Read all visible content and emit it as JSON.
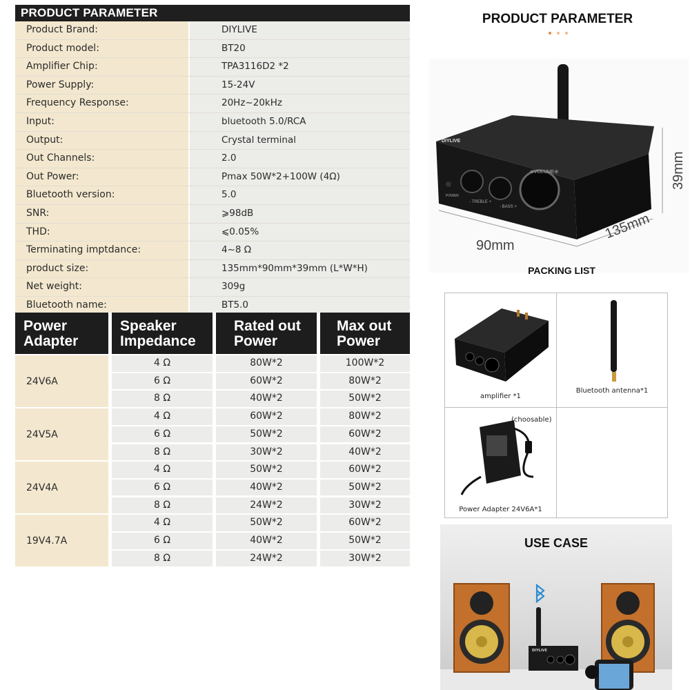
{
  "param_table": {
    "title": "PRODUCT PARAMETER",
    "rows": [
      {
        "label": "Product Brand:",
        "value": "DIYLIVE"
      },
      {
        "label": "Product model:",
        "value": "BT20"
      },
      {
        "label": "Amplifier Chip:",
        "value": "TPA3116D2 *2"
      },
      {
        "label": "Power Supply:",
        "value": "15-24V"
      },
      {
        "label": "Frequency Response:",
        "value": "20Hz~20kHz"
      },
      {
        "label": "Input:",
        "value": "bluetooth 5.0/RCA"
      },
      {
        "label": "Output:",
        "value": "Crystal terminal"
      },
      {
        "label": "Out Channels:",
        "value": "2.0"
      },
      {
        "label": "Out Power:",
        "value": "Pmax 50W*2+100W (4Ω)"
      },
      {
        "label": "Bluetooth version:",
        "value": "5.0"
      },
      {
        "label": "SNR:",
        "value": "⩾98dB"
      },
      {
        "label": "THD:",
        "value": "⩽0.05%"
      },
      {
        "label": "Terminating imptdance:",
        "value": "4~8 Ω"
      },
      {
        "label": "product size:",
        "value": "135mm*90mm*39mm (L*W*H)"
      },
      {
        "label": "Net weight:",
        "value": "309g"
      },
      {
        "label": "Bluetooth name:",
        "value": "BT5.0"
      }
    ]
  },
  "power_table": {
    "headers": [
      "Power Adapter",
      "Speaker Impedance",
      "Rated out Power",
      "Max out Power"
    ],
    "groups": [
      {
        "adapter": "24V6A",
        "rows": [
          [
            "4 Ω",
            "80W*2",
            "100W*2"
          ],
          [
            "6 Ω",
            "60W*2",
            "80W*2"
          ],
          [
            "8 Ω",
            "40W*2",
            "50W*2"
          ]
        ]
      },
      {
        "adapter": "24V5A",
        "rows": [
          [
            "4 Ω",
            "60W*2",
            "80W*2"
          ],
          [
            "6 Ω",
            "50W*2",
            "60W*2"
          ],
          [
            "8 Ω",
            "30W*2",
            "40W*2"
          ]
        ]
      },
      {
        "adapter": "24V4A",
        "rows": [
          [
            "4 Ω",
            "50W*2",
            "60W*2"
          ],
          [
            "6 Ω",
            "40W*2",
            "50W*2"
          ],
          [
            "8 Ω",
            "24W*2",
            "30W*2"
          ]
        ]
      },
      {
        "adapter": "19V4.7A",
        "rows": [
          [
            "4 Ω",
            "50W*2",
            "60W*2"
          ],
          [
            "6 Ω",
            "40W*2",
            "50W*2"
          ],
          [
            "8 Ω",
            "24W*2",
            "30W*2"
          ]
        ]
      }
    ]
  },
  "product_section": {
    "title": "PRODUCT PARAMETER",
    "brand_mark": "DIYLIVE",
    "knob_labels": {
      "power": "POWER",
      "treble": "- TREBLE +",
      "bass": "- BASS +",
      "volume": "⊖VOLUME⊕"
    },
    "dimensions": {
      "height": "39mm",
      "length": "135mm",
      "width": "90mm"
    }
  },
  "packing_list": {
    "title": "PACKING LIST",
    "items": {
      "amplifier": "amplifier *1",
      "antenna": "Bluetooth antenna*1",
      "adapter": "Power Adapter 24V6A*1",
      "adapter_note": "(choosable)"
    }
  },
  "use_case": {
    "title": "USE CASE",
    "brand_mark": "DIYLIVE"
  },
  "colors": {
    "header_dark": "#1f1f1f",
    "label_beige": "#f3e8cf",
    "value_gray": "#ecece9",
    "accent_orange": "#e8893a"
  }
}
